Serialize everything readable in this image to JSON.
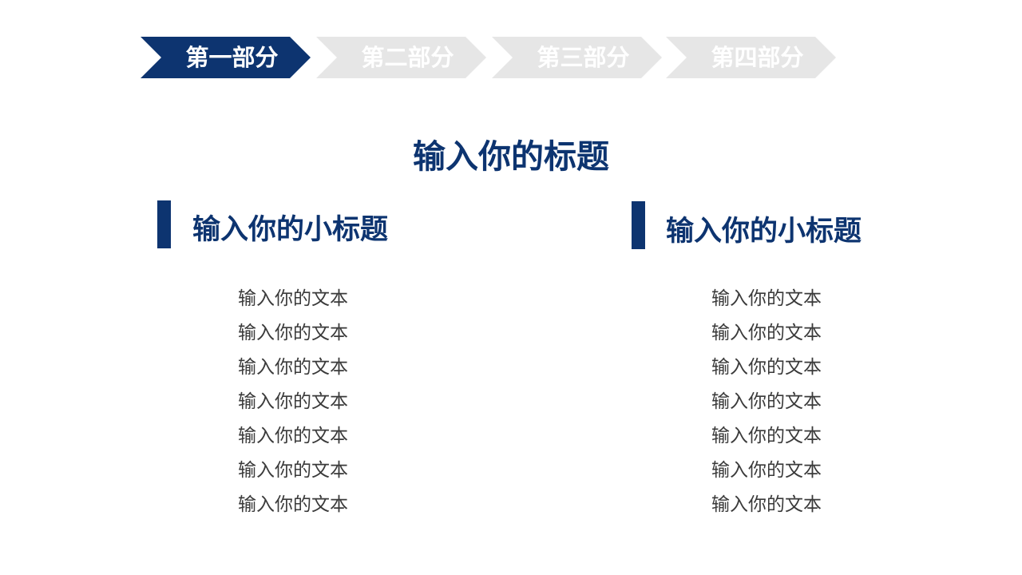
{
  "nav": {
    "steps": [
      {
        "label": "第一部分",
        "active": true
      },
      {
        "label": "第二部分",
        "active": false
      },
      {
        "label": "第三部分",
        "active": false
      },
      {
        "label": "第四部分",
        "active": false
      }
    ]
  },
  "colors": {
    "primary": "#0d3470",
    "inactive": "#e6e6e6",
    "body_text": "#3a3a3a"
  },
  "main": {
    "title": "输入你的标题",
    "columns": [
      {
        "subtitle": "输入你的小标题",
        "items": [
          "输入你的文本",
          "输入你的文本",
          "输入你的文本",
          "输入你的文本",
          "输入你的文本",
          "输入你的文本",
          "输入你的文本"
        ]
      },
      {
        "subtitle": "输入你的小标题",
        "items": [
          "输入你的文本",
          "输入你的文本",
          "输入你的文本",
          "输入你的文本",
          "输入你的文本",
          "输入你的文本",
          "输入你的文本"
        ]
      }
    ]
  }
}
